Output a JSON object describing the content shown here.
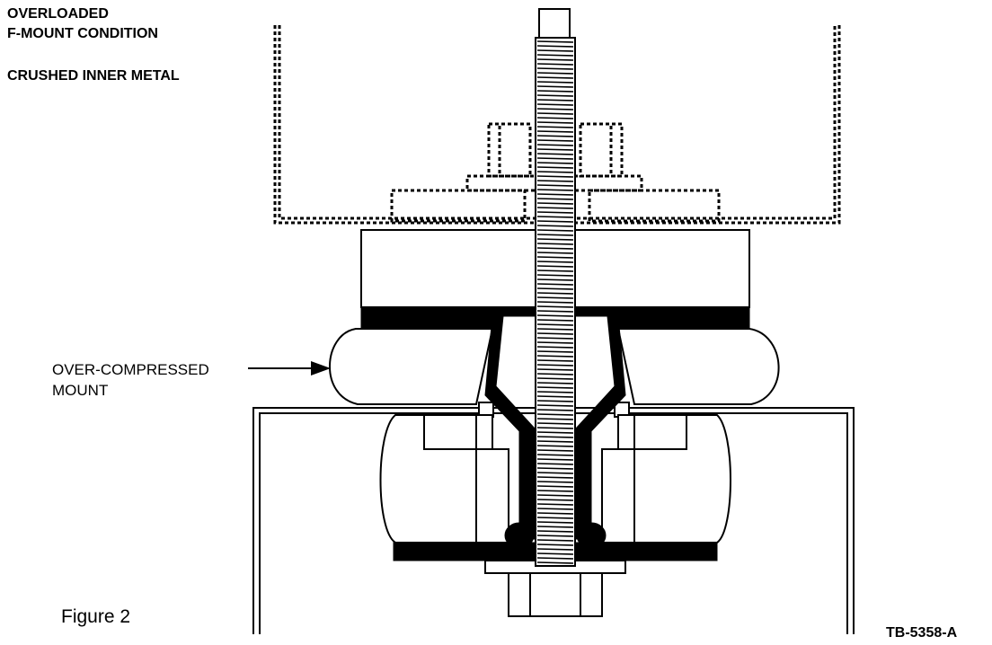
{
  "labels": {
    "overloaded_line1": "OVERLOADED",
    "overloaded_line2": "F-MOUNT CONDITION",
    "crushed": "CRUSHED INNER METAL",
    "overcompressed_line1": "OVER-COMPRESSED",
    "overcompressed_line2": "MOUNT",
    "figure": "Figure 2",
    "drawing_id": "TB-5358-A"
  },
  "colors": {
    "ink": "#000000",
    "paper": "#ffffff"
  }
}
